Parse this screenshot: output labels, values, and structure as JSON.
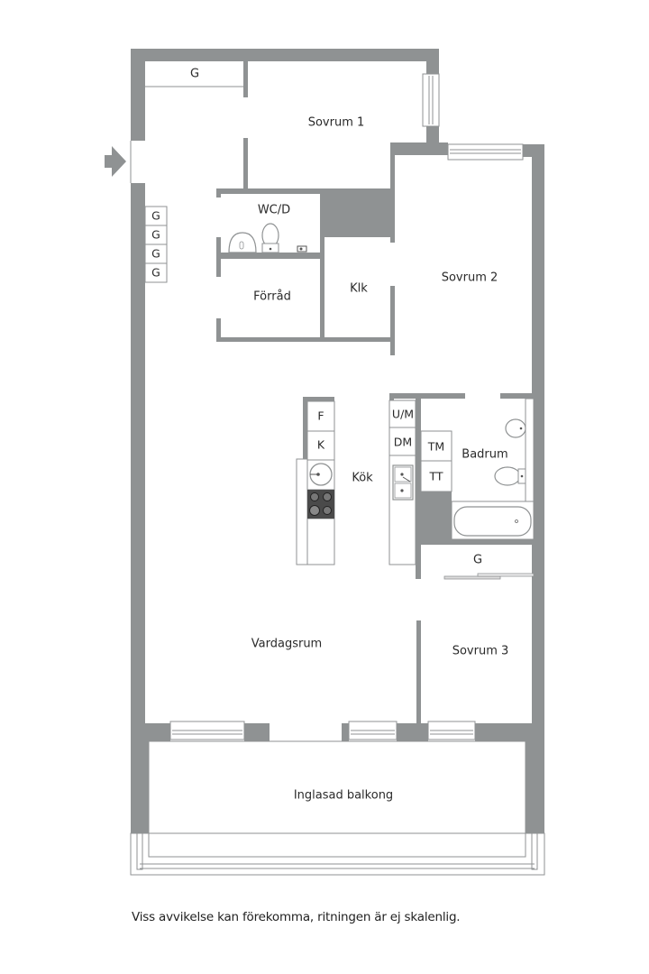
{
  "floorplan": {
    "rooms": {
      "sovrum1": "Sovrum 1",
      "sovrum2": "Sovrum 2",
      "sovrum3": "Sovrum 3",
      "wcd": "WC/D",
      "forrad": "Förråd",
      "klk": "Klk",
      "kok": "Kök",
      "badrum": "Badrum",
      "vardagsrum": "Vardagsrum",
      "balkong": "Inglasad balkong"
    },
    "storage": {
      "hall_top": "G",
      "hall_1": "G",
      "hall_2": "G",
      "hall_3": "G",
      "hall_4": "G",
      "sovrum3_closet": "G"
    },
    "kitchen_units": {
      "fridge": "F",
      "freezer": "K",
      "washer_dryer": "U/M",
      "dishwasher": "DM"
    },
    "bathroom_units": {
      "washing_machine": "TM",
      "tumble_dryer": "TT"
    },
    "entrance_icon": "arrow-right-icon",
    "colors": {
      "wall": "#8f9293",
      "background": "#ffffff",
      "text": "#2a2a2a"
    }
  },
  "footer": {
    "disclaimer": "Viss avvikelse kan förekomma, ritningen är ej skalenlig."
  }
}
